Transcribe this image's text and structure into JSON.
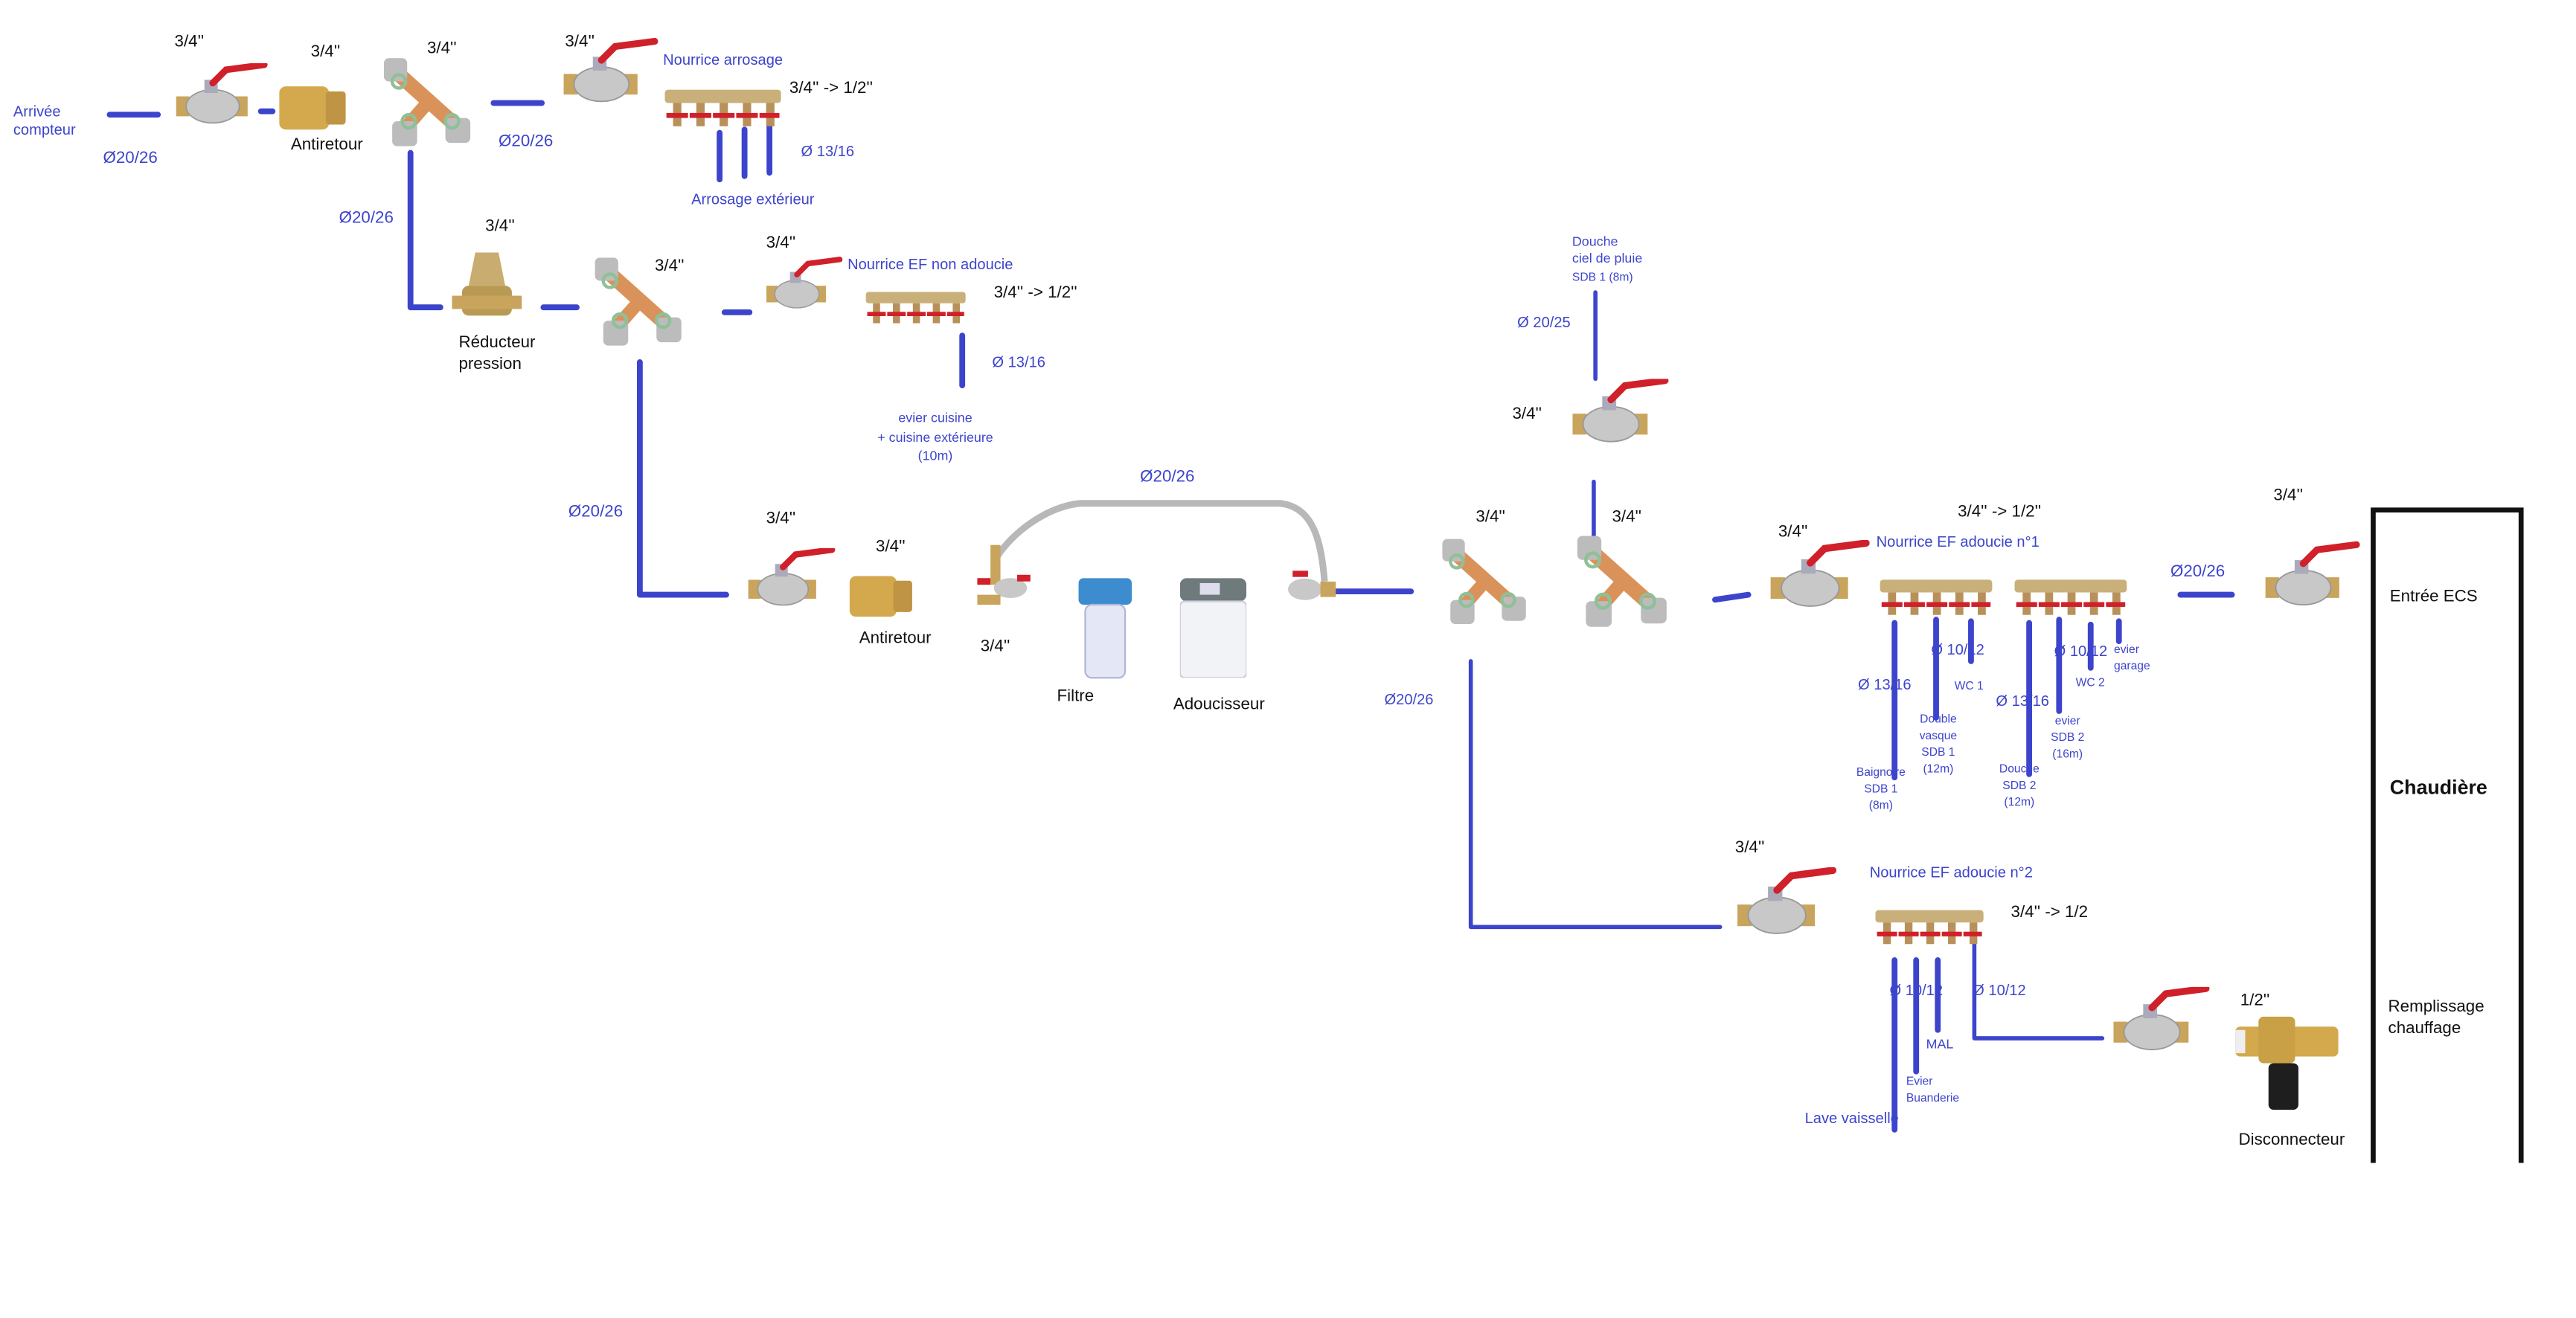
{
  "colors": {
    "pipe": "#3d44cc",
    "label_blue": "#3d44cc",
    "label_black": "#111111",
    "valve_handle": "#d0202a",
    "brass": "#c9a45c"
  },
  "inlet": {
    "label": "Arrivée\ncompteur",
    "pipe": "Ø20/26"
  },
  "row1": {
    "valve1_size": "3/4''",
    "antiretour_size": "3/4''",
    "antiretour_label": "Antiretour",
    "tee_size": "3/4''",
    "pipe_after_tee": "Ø20/26",
    "valve2_size": "3/4''",
    "manifold_label": "Nourrice arrosage",
    "manifold_reduction": "3/4'' -> 1/2''",
    "outlet_pipe": "Ø 13/16",
    "outlet_label": "Arrosage extérieur",
    "branch_pipe": "Ø20/26"
  },
  "row2": {
    "reducer_size": "3/4''",
    "reducer_label": "Réducteur\npression",
    "tee_size": "3/4''",
    "valve_size": "3/4''",
    "manifold_label": "Nourrice EF non adoucie",
    "manifold_reduction": "3/4'' -> 1/2''",
    "outlet_pipe": "Ø 13/16",
    "outlet_label": "evier cuisine\n+ cuisine extérieure\n(10m)",
    "branch_pipe": "Ø20/26"
  },
  "row3": {
    "valve_size": "3/4''",
    "antiretour_size": "3/4''",
    "antiretour_label": "Antiretour",
    "filter_valve_size": "3/4''",
    "hose_pipe": "Ø20/26",
    "filter_label": "Filtre",
    "softener_label": "Adoucisseur",
    "tee1_size": "3/4''",
    "tee2_size": "3/4''",
    "branch_pipe": "Ø20/26"
  },
  "shower": {
    "label": "Douche\nciel de pluie",
    "sub": "SDB 1  (8m)",
    "pipe": "Ø  20/25",
    "valve_size": "3/4''"
  },
  "manifold1": {
    "valve_size": "3/4''",
    "label": "Nourrice EF adoucie  n°1",
    "reduction": "3/4'' -> 1/2''",
    "outlets": [
      {
        "pipe": "Ø 13/16",
        "label": "Baignoire\nSDB 1\n(8m)"
      },
      {
        "pipe": "Ø 10/12",
        "label": "Double\nvasque\nSDB 1\n(12m)"
      },
      {
        "label": "WC 1"
      },
      {
        "pipe": "Ø 13/16",
        "label": "Douche\nSDB 2\n(12m)"
      },
      {
        "pipe": "Ø 10/12",
        "label": "evier\nSDB 2\n(16m)"
      },
      {
        "label": "WC 2"
      },
      {
        "label": "evier\ngarage"
      }
    ]
  },
  "ecs": {
    "pipe": "Ø20/26",
    "valve_size": "3/4''",
    "label": "Entrée ECS"
  },
  "boiler": {
    "label": "Chaudière",
    "fill_label": "Remplissage\nchauffage"
  },
  "manifold2": {
    "valve_size": "3/4''",
    "label": "Nourrice EF adoucie  n°2",
    "reduction": "3/4'' -> 1/2",
    "outlets": [
      {
        "pipe": "Ø 10/12",
        "label": "Lave vaisselle"
      },
      {
        "label": "Evier\nBuanderie"
      },
      {
        "label": "MAL"
      },
      {
        "pipe": "Ø 10/12"
      }
    ],
    "fill_valve_size": "1/2''",
    "disconnector_label": "Disconnecteur"
  }
}
